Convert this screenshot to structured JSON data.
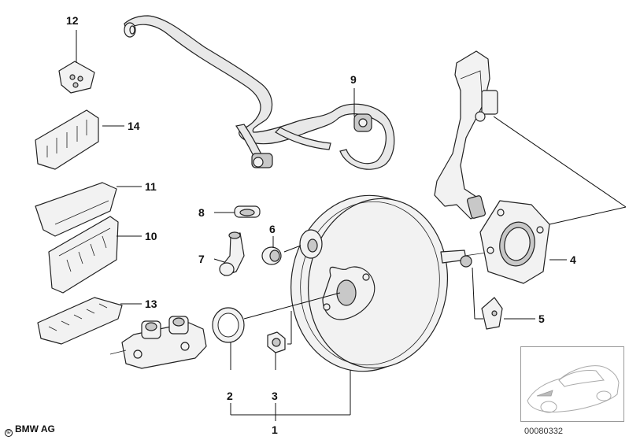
{
  "callouts": [
    {
      "id": "1",
      "label": "1"
    },
    {
      "id": "2",
      "label": "2"
    },
    {
      "id": "3",
      "label": "3"
    },
    {
      "id": "4",
      "label": "4"
    },
    {
      "id": "5",
      "label": "5"
    },
    {
      "id": "6",
      "label": "6"
    },
    {
      "id": "7",
      "label": "7"
    },
    {
      "id": "8",
      "label": "8"
    },
    {
      "id": "9",
      "label": "9"
    },
    {
      "id": "10",
      "label": "10"
    },
    {
      "id": "11",
      "label": "11"
    },
    {
      "id": "12",
      "label": "12"
    },
    {
      "id": "13",
      "label": "13"
    },
    {
      "id": "14",
      "label": "14"
    }
  ],
  "footer": {
    "copyright": "BMW AG",
    "copyright_symbol": "©",
    "document_number": "00080332"
  }
}
